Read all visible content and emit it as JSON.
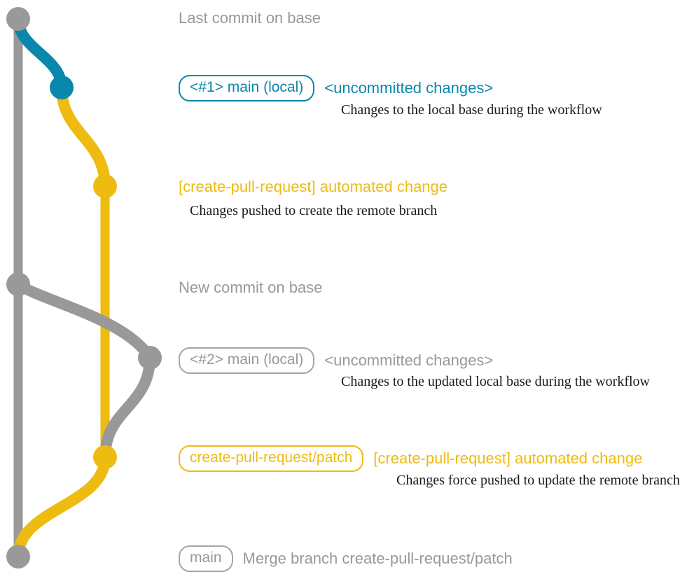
{
  "diagram": {
    "title": "git branch graph for create-pull-request workflow",
    "colors": {
      "base_gray": "#999999",
      "local_blue": "#0a88ab",
      "patch_yellow": "#eebb11",
      "description_text": "#1a1a1a",
      "background": "#ffffff"
    }
  },
  "entries": [
    {
      "id": "last-commit-on-base",
      "pill": null,
      "headline": "Last commit on base",
      "headline_color": "gray",
      "description": null
    },
    {
      "id": "local-main-1",
      "pill": "<#1> main (local)",
      "pill_color": "blue",
      "headline": "<uncommitted changes>",
      "headline_color": "blue",
      "description": "Changes to the local base during the workflow"
    },
    {
      "id": "automated-change-1",
      "pill": null,
      "headline": "[create-pull-request] automated change",
      "headline_color": "yellow",
      "description": "Changes pushed to create the remote branch"
    },
    {
      "id": "new-commit-on-base",
      "pill": null,
      "headline": "New commit on base",
      "headline_color": "gray",
      "description": null
    },
    {
      "id": "local-main-2",
      "pill": "<#2> main (local)",
      "pill_color": "gray",
      "headline": "<uncommitted changes>",
      "headline_color": "gray",
      "description": "Changes to the updated local base during the workflow"
    },
    {
      "id": "automated-change-2",
      "pill": "create-pull-request/patch",
      "pill_color": "yellow",
      "headline": "[create-pull-request] automated change",
      "headline_color": "yellow",
      "description": "Changes force pushed to update the remote branch"
    },
    {
      "id": "merge-commit",
      "pill": "main",
      "pill_color": "gray",
      "headline": "Merge branch create-pull-request/patch",
      "headline_color": "gray",
      "description": null
    }
  ]
}
